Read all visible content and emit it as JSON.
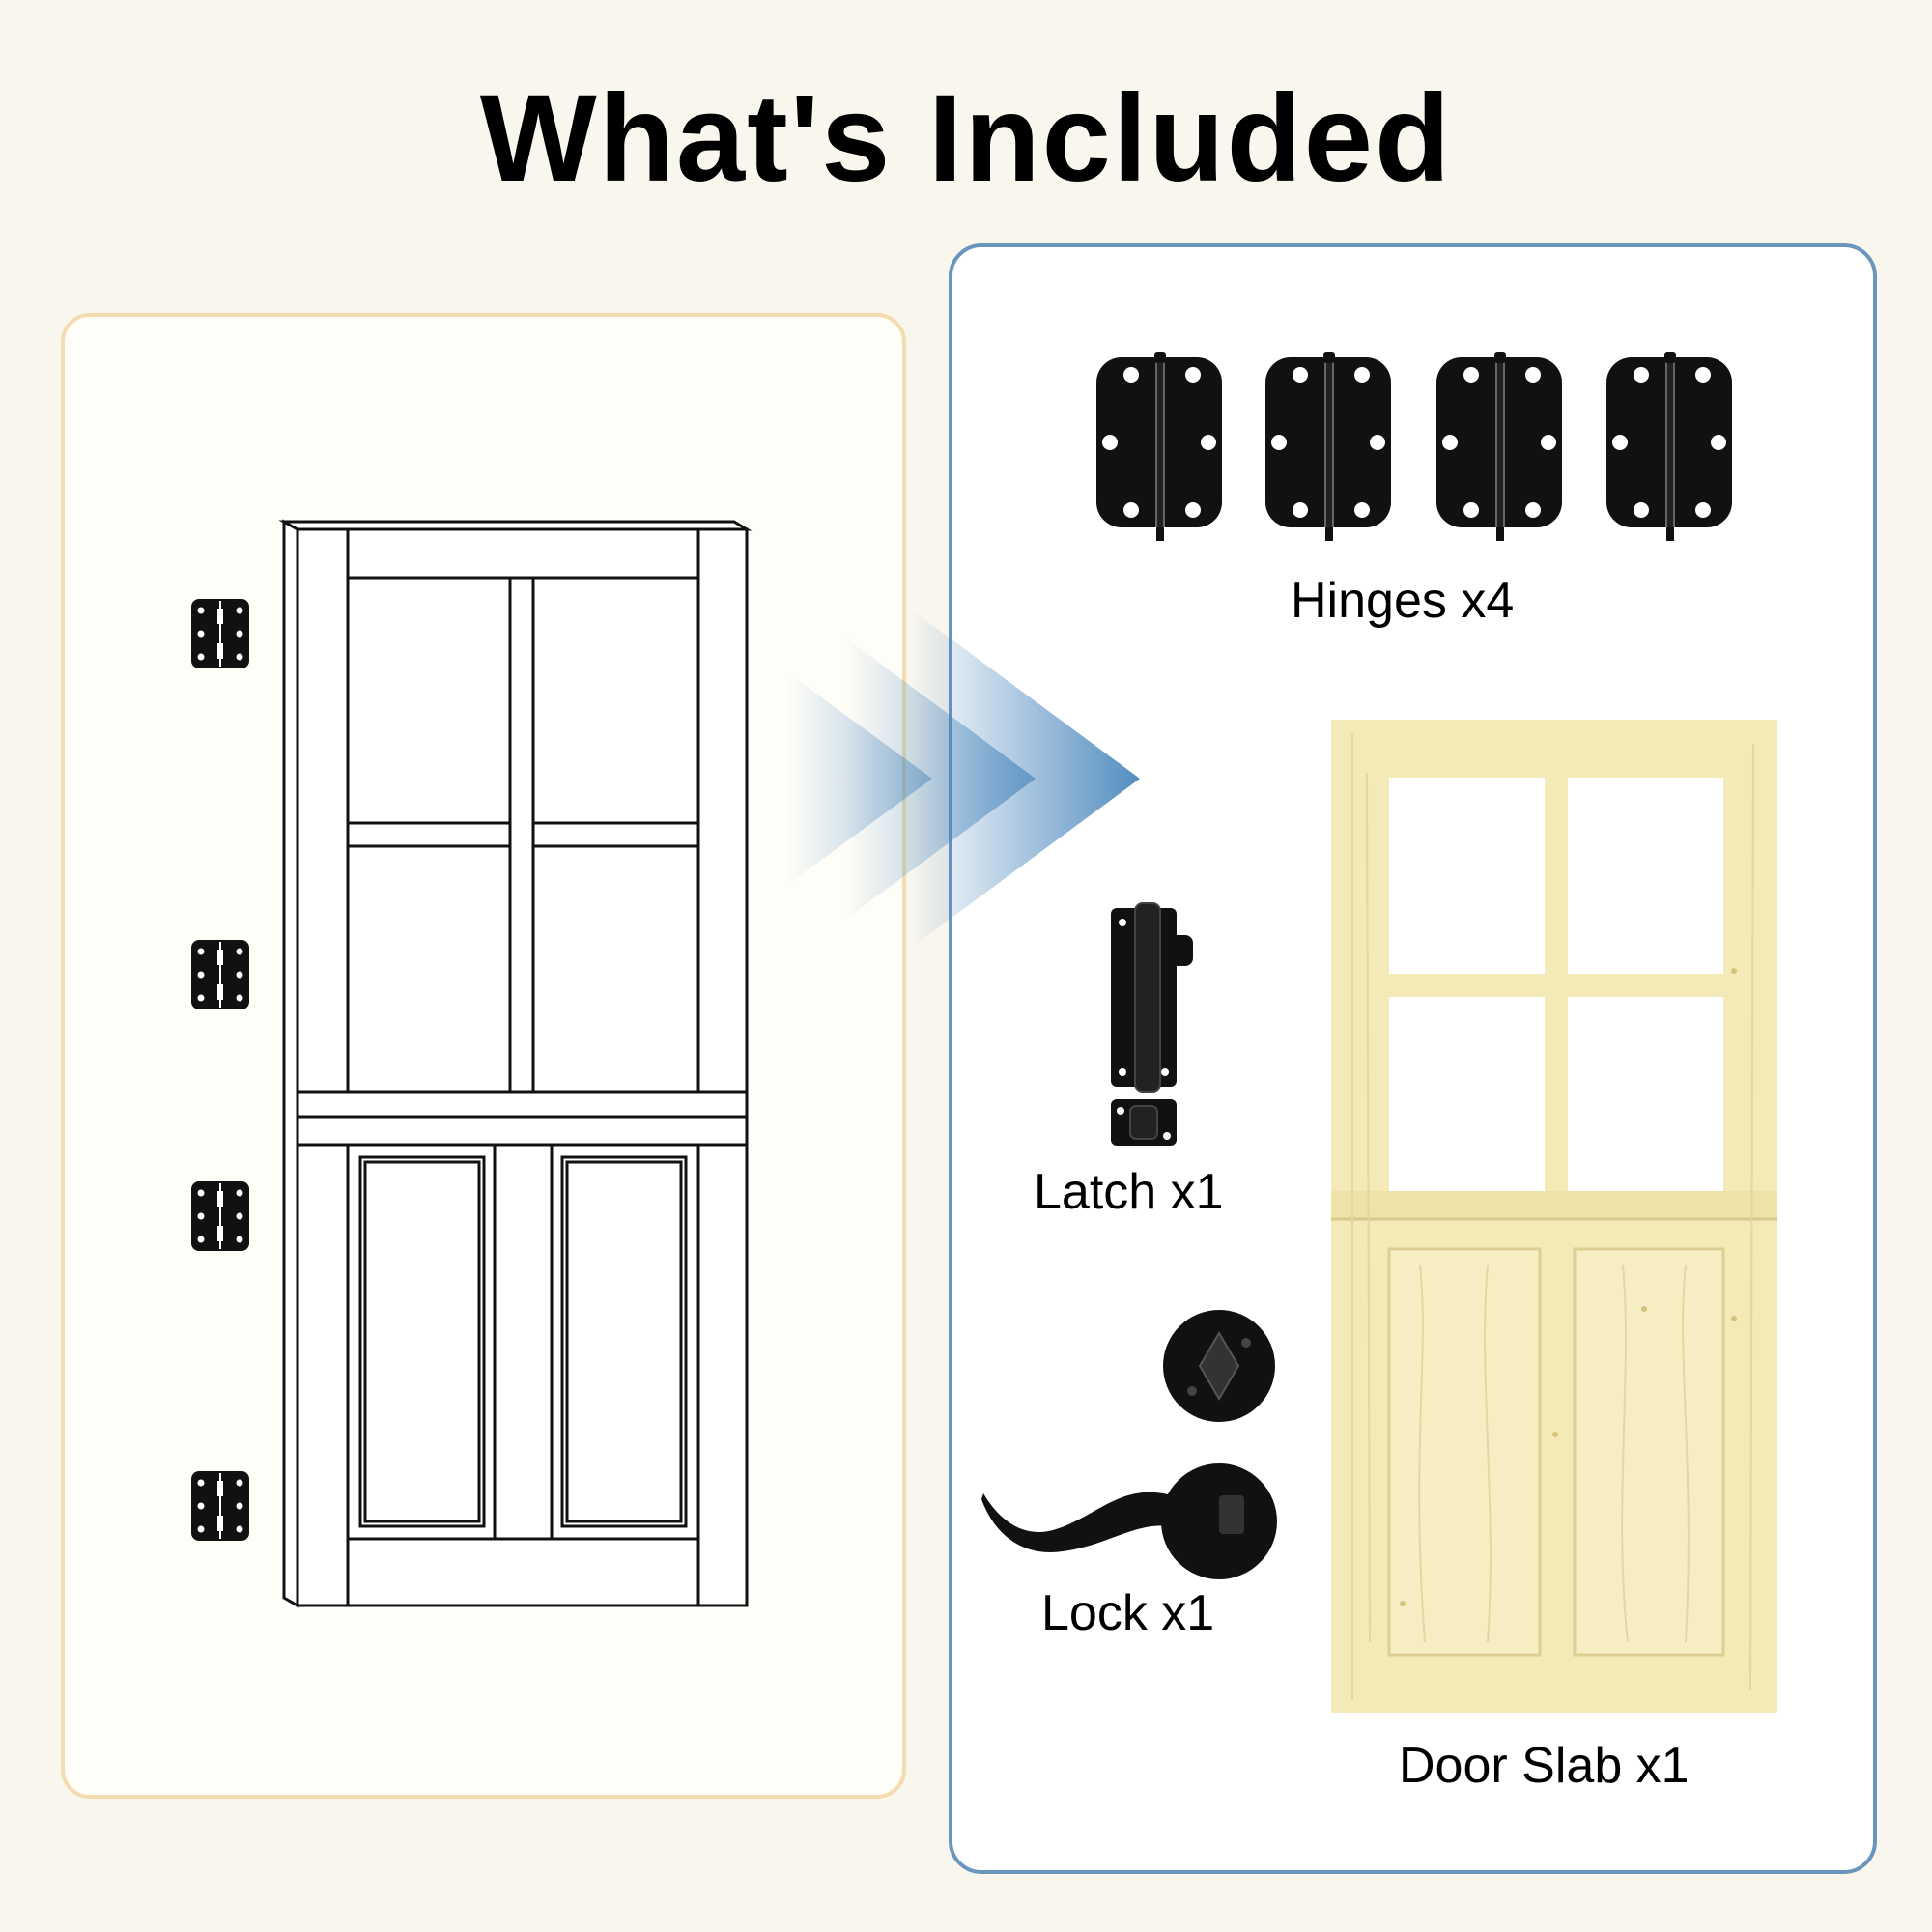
{
  "header": {
    "title": "What's Included"
  },
  "items": {
    "hinges": {
      "label": "Hinges x4",
      "count": 4,
      "icon": "hinge-icon"
    },
    "latch": {
      "label": "Latch x1",
      "count": 1,
      "icon": "latch-icon"
    },
    "lock": {
      "label": "Lock x1",
      "count": 1,
      "icon": "lock-icon"
    },
    "door_slab": {
      "label": "Door Slab x1",
      "count": 1,
      "icon": "door-icon"
    }
  },
  "colors": {
    "background": "#f9f6ee",
    "left_panel_border": "#f3ddb0",
    "right_panel_border": "#6a95bd",
    "arrow": "#4a87bd",
    "wood": "#f3eab8",
    "hardware": "#111111"
  }
}
